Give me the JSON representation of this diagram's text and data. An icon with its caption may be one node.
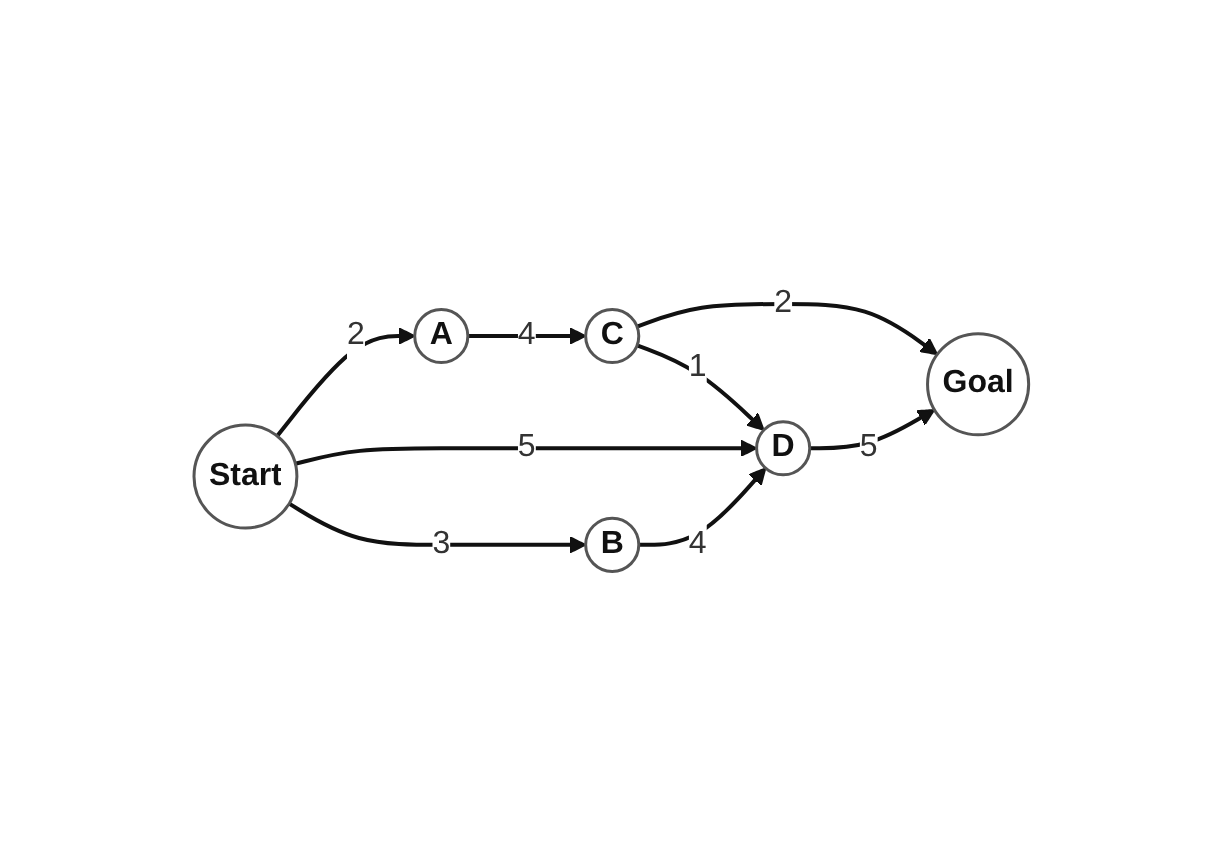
{
  "diagram": {
    "nodes": [
      {
        "text": [
          "A"
        ]
      },
      {
        "text": [
          "Goal"
        ]
      },
      {
        "text": [
          "Start"
        ]
      },
      {
        "text": [
          "C"
        ]
      },
      {
        "text": [
          "B"
        ]
      },
      {
        "text": [
          "D"
        ]
      }
    ],
    "edges": [
      {
        "from": 2,
        "to": 0,
        "arrow": "to",
        "label": "2"
      },
      {
        "from": 0,
        "to": 3,
        "arrow": "to",
        "label": "4"
      },
      {
        "from": 3,
        "to": 1,
        "arrow": "to",
        "label": "2"
      },
      {
        "from": 2,
        "to": 5,
        "arrow": "to",
        "label": "5"
      },
      {
        "from": 2,
        "to": 4,
        "arrow": "to",
        "label": "3"
      },
      {
        "from": 3,
        "to": 5,
        "arrow": "to",
        "label": "1"
      },
      {
        "from": 5,
        "to": 1,
        "arrow": "to",
        "label": "5"
      },
      {
        "from": 4,
        "to": 5,
        "arrow": "to",
        "label": "4"
      }
    ]
  }
}
